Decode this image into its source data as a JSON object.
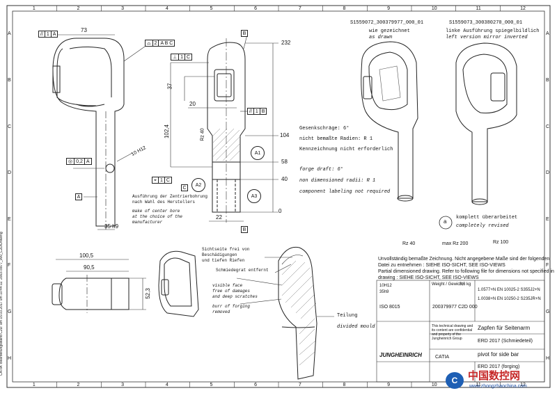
{
  "border": {
    "top_columns": [
      "1",
      "2",
      "3",
      "4",
      "5",
      "6",
      "7",
      "8",
      "9",
      "10",
      "11",
      "12"
    ],
    "bottom_columns": [
      "1",
      "2",
      "3",
      "4",
      "5",
      "6",
      "7",
      "8",
      "9",
      "10",
      "11",
      "12"
    ],
    "side_rows": [
      "A",
      "B",
      "C",
      "D",
      "E",
      "F",
      "G",
      "H"
    ],
    "side_note": "CATIA: Bearbeitungsstand C2D: am 15.03.2017 um 10:44:11: 200379977_000_C2D/Drawing"
  },
  "views": {
    "right_label_left": "S1559072_300379977_000_01",
    "right_label_right": "S1559073_300380270_000_01",
    "as_drawn_de": "wie gezeichnet",
    "as_drawn_en": "as drawn",
    "mirror_de": "linke Ausführung spiegelbildlich",
    "mirror_en": "left version mirror inverted"
  },
  "dimensions": {
    "d73": "73",
    "d232": "232",
    "d37": "37",
    "d20": "20",
    "d102_4": "102,4",
    "d104": "104",
    "d58": "58",
    "d40": "40",
    "d0": "0",
    "d22": "22",
    "d35": "35 h9",
    "d10": "10 H12",
    "rz40": "Rz 40",
    "d100_5": "100,5",
    "d90_5": "90,5",
    "d52_3": "52,3"
  },
  "tolerances": {
    "fcf1": [
      "//",
      "1",
      "A"
    ],
    "fcf2": [
      "⌓",
      "2",
      "A B C"
    ],
    "fcf3": [
      "⊥",
      "1",
      "C"
    ],
    "fcf4": [
      "//",
      "1",
      "B"
    ],
    "fcf5": [
      "◎",
      "0,2",
      "A"
    ],
    "fcf6": [
      "⌖",
      "1",
      "C"
    ],
    "datum_a": "A",
    "datum_b": "B",
    "datum_c": "C",
    "a1": "A1",
    "a2": "A2",
    "a3": "A3"
  },
  "notes": {
    "forge_de": "Gesenkschräge: 6°",
    "radii_de": "nicht bemaßte Radien: R 1",
    "label_de": "Kennzeichnung nicht erforderlich",
    "forge_en": "forge draft: 6°",
    "radii_en": "non dimensioned radii: R 1",
    "label_en": "component labeling not required",
    "bore_de_1": "Ausführung der Zentrierbohrung",
    "bore_de_2": "nach Wahl des Herstellers",
    "bore_en_1": "make of center bore",
    "bore_en_2": "at the choice of the",
    "bore_en_3": "manufacturer",
    "visible_de_1": "Sichtseite frei von",
    "visible_de_2": "Beschädigungen",
    "visible_de_3": "und tiefen Riefen",
    "burr_de": "Schmiedegrat entfernt",
    "visible_en_1": "visible face",
    "visible_en_2": "free of damages",
    "visible_en_3": "and deep scratches",
    "burr_en_1": "burr of forging",
    "burr_en_2": "removed",
    "teilung": "Teilung",
    "divided": "divided mould",
    "revised_mark": "a",
    "revised_de": "komplett überarbeitet",
    "revised_en": "completely revised"
  },
  "surface": {
    "r1": "Rz 40",
    "r2": "max Rz 200",
    "r3": "Rz 100",
    "para_de_1": "Unvollständig bemaßte Zeichnung. Nicht angegebene Maße sind der folgenden",
    "para_de_2": "Datei zu entnehmen : SIEHE ISO-SICHT, SEE ISO-VIEWS",
    "para_en_1": "Partial dimensioned drawing. Refer to following file for dimensions not specified in",
    "para_en_2": "drawing : SIEHE ISO-SICHT, SEE ISO-VIEWS"
  },
  "title_block": {
    "tol1": "10H12",
    "tol2": "35h9",
    "weight_lbl": "Weight / Gewicht :",
    "weight": "3,6 kg",
    "mat1": "1.0577+N EN 10025-2 S355J2+N",
    "mat2": "1.0038+N EN 10250-2 S235JR+N",
    "std": "ISO 8015",
    "doc_no": "200379977 C2D 000",
    "name_de": "Zapfen für Seitenarm",
    "erd_de": "ERD 2017 (Schmiedeteil)",
    "name_en": "pivot for side bar",
    "erd_en": "ERD 2017 (forging)",
    "company": "JUNGHEINRICH",
    "cad": "CATIA",
    "confidential": "This technical drawing and its content are confidential and property of the Jungheinrich Group"
  },
  "watermark": {
    "cn": "中国数控网",
    "url": "www.zhongzhaochina.com"
  }
}
